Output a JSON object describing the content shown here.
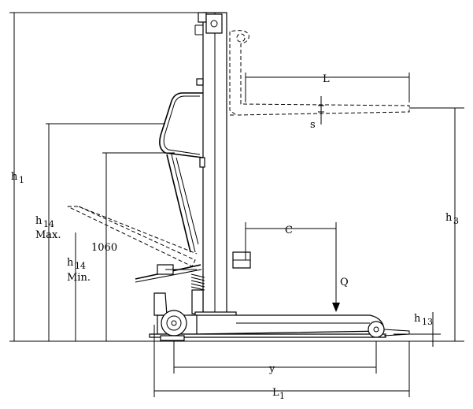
{
  "diagram": {
    "labels": {
      "h1": {
        "main": "h",
        "sub": "1"
      },
      "h14_max": {
        "main": "h",
        "sub": "14",
        "suffix": "Max."
      },
      "h14_min": {
        "main": "h",
        "sub": "14",
        "suffix": "Min."
      },
      "value_1060": "1060",
      "L": "L",
      "s": "s",
      "h3": {
        "main": "h",
        "sub": "3"
      },
      "C": "C",
      "Q": "Q",
      "h13": {
        "main": "h",
        "sub": "13"
      },
      "y": "y",
      "L1": {
        "main": "L",
        "sub": "1"
      }
    }
  }
}
